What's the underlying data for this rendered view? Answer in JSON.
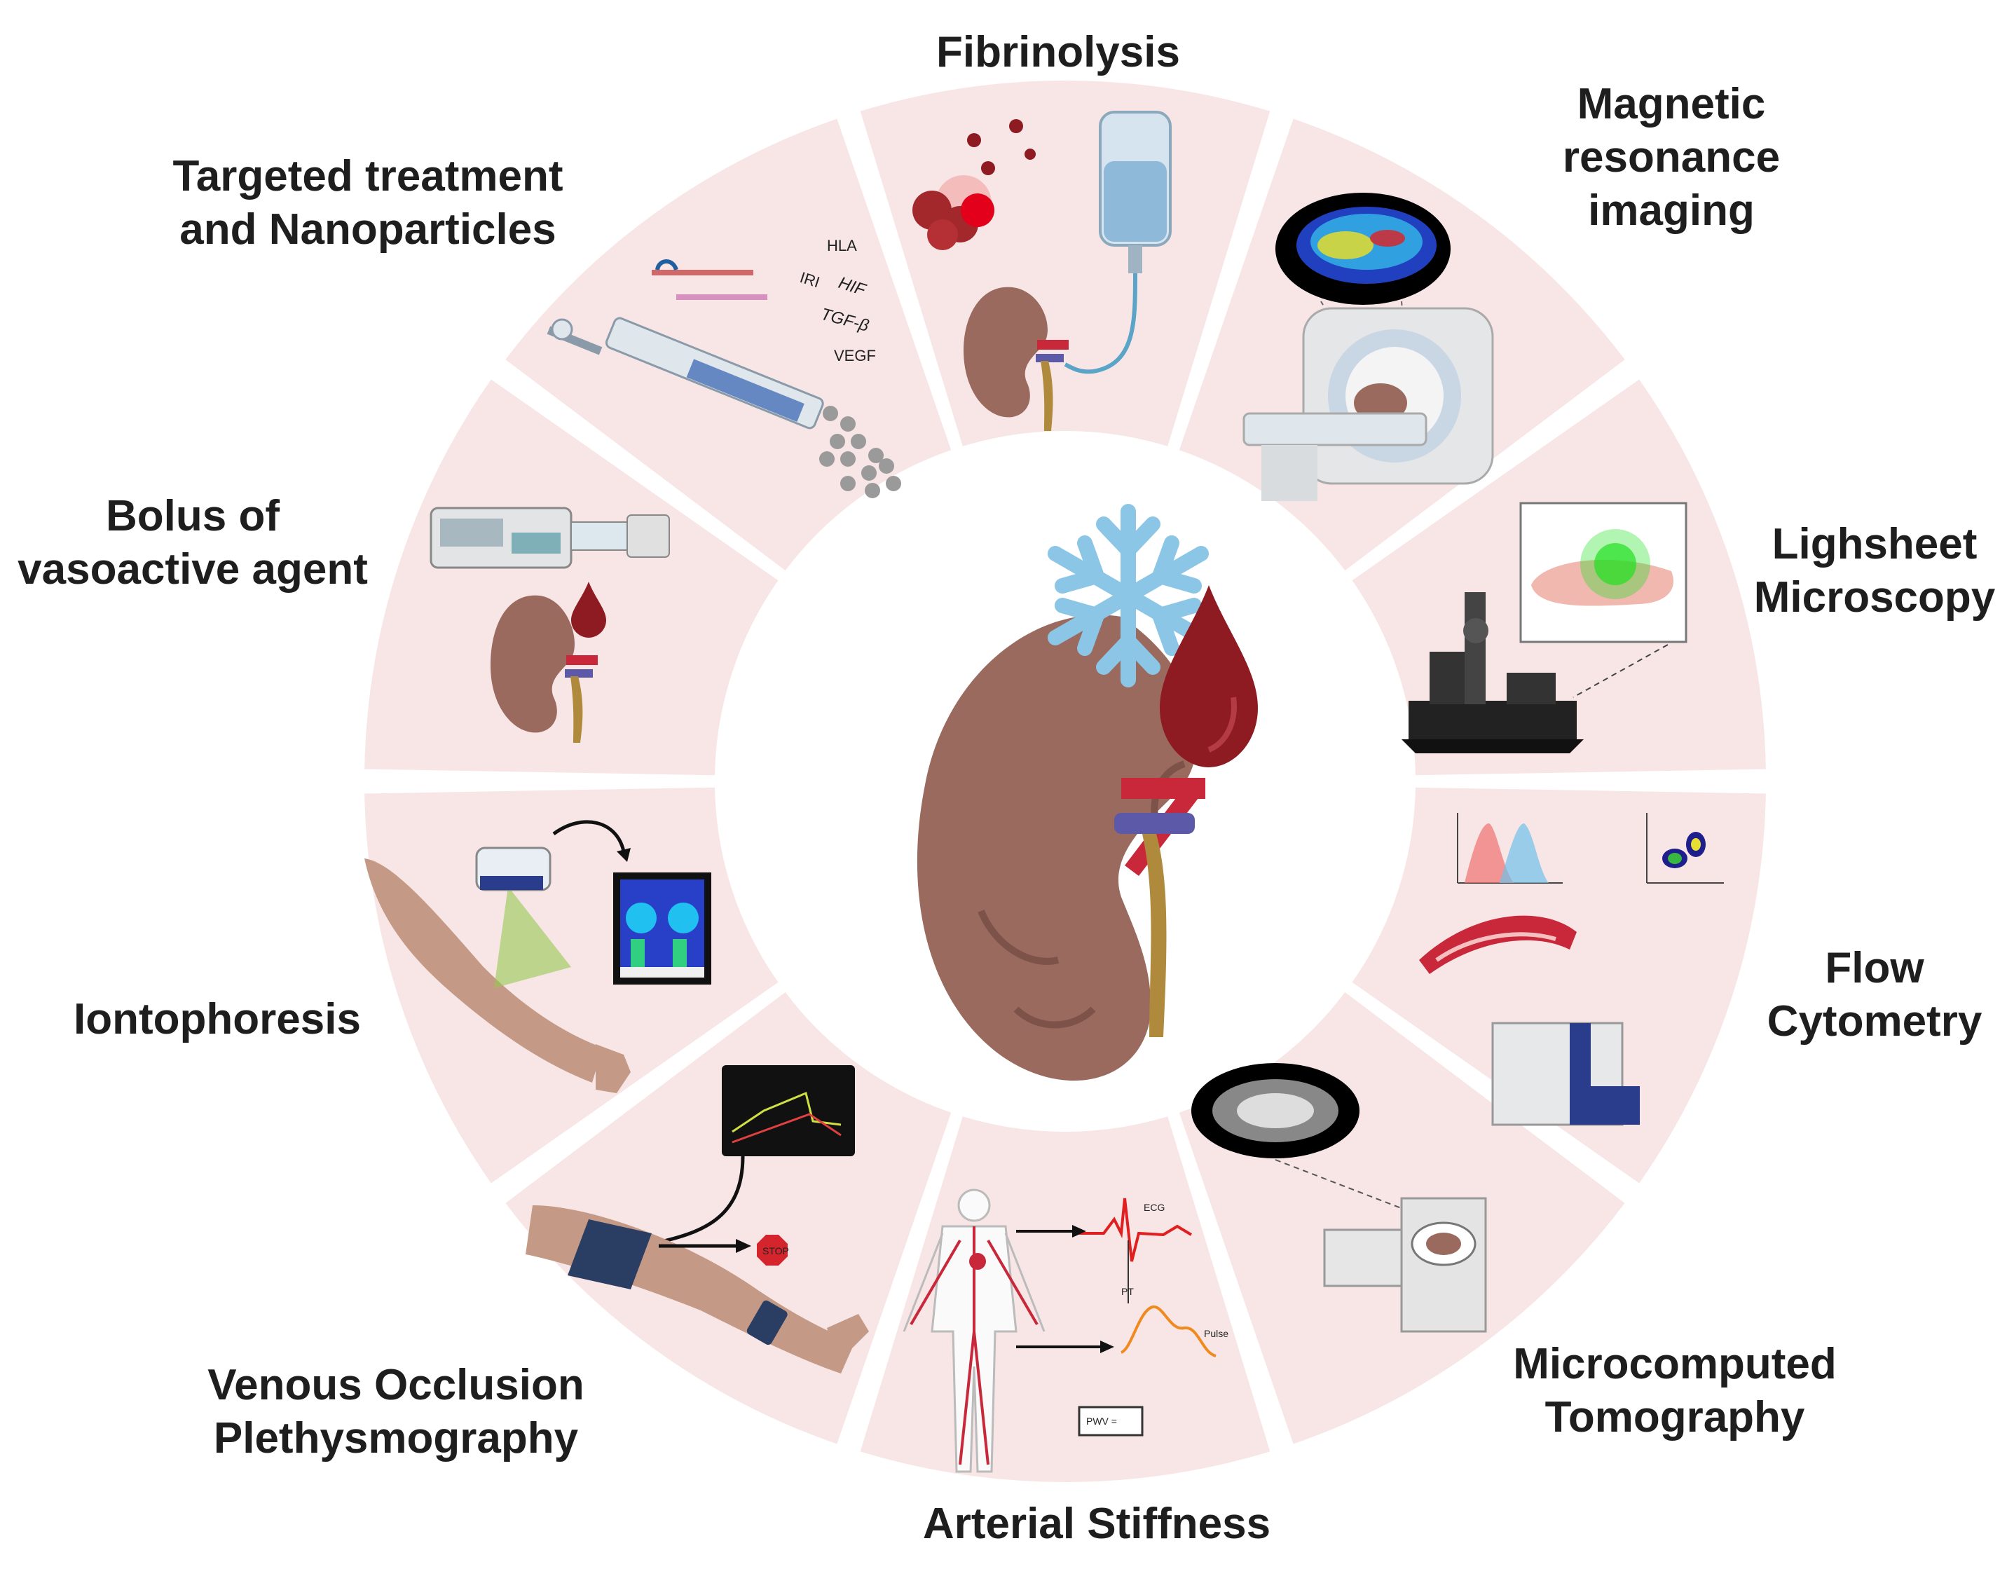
{
  "segments": [
    {
      "id": "fibrinolysis",
      "label_lines": [
        "Fibrinolysis"
      ]
    },
    {
      "id": "mri",
      "label_lines": [
        "Magnetic",
        "resonance",
        "imaging"
      ]
    },
    {
      "id": "lightsheet",
      "label_lines": [
        "Lighsheet",
        "Microscopy"
      ]
    },
    {
      "id": "flow",
      "label_lines": [
        "Flow",
        "Cytometry"
      ]
    },
    {
      "id": "microct",
      "label_lines": [
        "Microcomputed",
        "Tomography"
      ]
    },
    {
      "id": "arterial",
      "label_lines": [
        "Arterial Stiffness"
      ]
    },
    {
      "id": "venous",
      "label_lines": [
        "Venous Occlusion",
        "Plethysmography"
      ]
    },
    {
      "id": "iontophoresis",
      "label_lines": [
        "Iontophoresis"
      ]
    },
    {
      "id": "bolus",
      "label_lines": [
        "Bolus of",
        "vasoactive agent"
      ]
    },
    {
      "id": "targeted",
      "label_lines": [
        "Targeted treatment",
        "and Nanoparticles"
      ]
    }
  ],
  "annotations": {
    "targeted": [
      "HLA",
      "IRI",
      "HIF",
      "TGF-β",
      "VEGF"
    ],
    "venous_stop": "STOP",
    "arterial_ecg": "ECG",
    "arterial_pulse": "Pulse",
    "arterial_pt": "PT",
    "arterial_pwv": "PWV ="
  },
  "colors": {
    "segment_fill": "#f8e6e6",
    "kidney": "#9a6a5f",
    "blood_drop": "#8e1a22",
    "snowflake": "#8cc6e6",
    "artery": "#c8283a",
    "vein": "#5b59a8",
    "ureter": "#b08a3c"
  }
}
